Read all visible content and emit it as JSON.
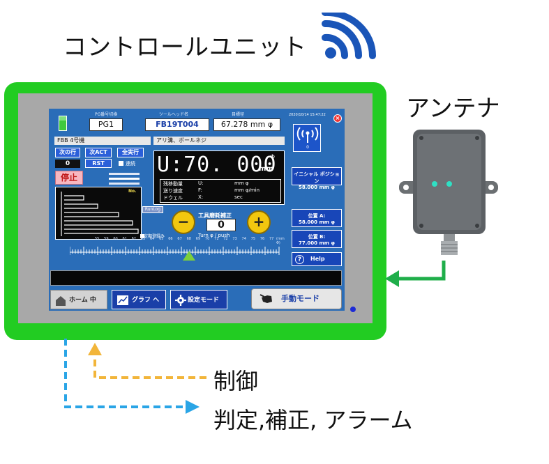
{
  "title": "コントロールユニット",
  "antenna_label": "アンテナ",
  "arrow_labels": {
    "control": "制御",
    "judgement": "判定,補正, アラーム"
  },
  "colors": {
    "frame": "#22cc22",
    "screen": "#2a6db8",
    "wifi": "#1a55b8",
    "arrow_control": "#f2b53a",
    "arrow_judgement": "#2aa5e6",
    "arrow_antenna": "#1fae4a"
  },
  "icons": [
    "wifi-icon",
    "battery-icon",
    "antenna-signal-icon",
    "home-icon",
    "graph-icon",
    "gear-icon",
    "hand-icon",
    "help-icon",
    "close-icon"
  ],
  "screen": {
    "program_label": "PG番号切換",
    "program_value": "PG1",
    "tool_label": "ツールヘッド名",
    "tool_value": "FB19T004",
    "target_label": "目標径",
    "target_value": "67.278 mm φ",
    "machine_name": "FBB 4号機",
    "process_name": "アリ溝、ボールネジ",
    "buttons": {
      "next_row": "次の行",
      "next_act": "次ACT",
      "all_run": "全実行",
      "rst": "RST",
      "continuous": "連続",
      "stop": "停止",
      "runlog": "RunLog"
    },
    "counter_value": "0",
    "main_value": "U:70. 000",
    "main_unit": "mm",
    "main_phi": "Φ",
    "table": [
      {
        "name": "残移動量",
        "axis": "U:",
        "unit": "mm φ"
      },
      {
        "name": "送り速度",
        "axis": "F:",
        "unit": "mm φ/min"
      },
      {
        "name": "ドウェル",
        "axis": "X:",
        "unit": "sec"
      }
    ],
    "graph_no_label": "No.",
    "compensation_label": "工具磨耗補正",
    "compensation_value": "0",
    "turn_label": "Turn φ / push",
    "sheet_label": "定期登録み",
    "minus": "−",
    "plus": "+",
    "scale_ticks": [
      "55",
      "59",
      "60",
      "61",
      "62",
      "63",
      "64",
      "65",
      "66",
      "67",
      "68",
      "69",
      "70",
      "71",
      "72",
      "73",
      "74",
      "75",
      "76",
      "77"
    ],
    "scale_unit": "(mm Φ)",
    "datetime": "2020/10/14 15:47:22",
    "antenna_indicator": "0",
    "initial_position_label": "イニシャル ポジション",
    "initial_position_value": "58.000 mm φ",
    "pos_a_label": "位置 A:",
    "pos_a_value": "58.000 mm φ",
    "pos_b_label": "位置 B:",
    "pos_b_value": "77.000 mm φ",
    "help": "Help",
    "home_button": "ホーム 中",
    "graph_button": "グラフ へ",
    "settings_button": "設定モード",
    "manual_button": "手動モード"
  }
}
